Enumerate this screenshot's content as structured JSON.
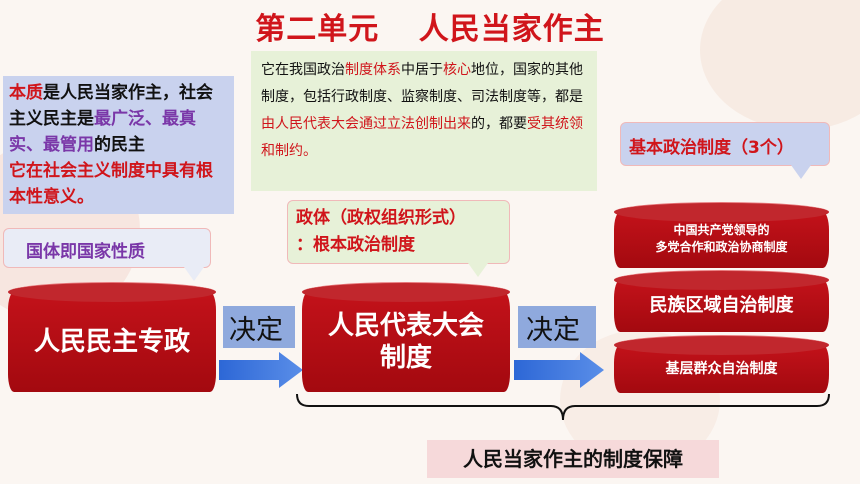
{
  "title": {
    "part1": "第二单元",
    "part2": "人民当家作主"
  },
  "box_essence": {
    "s1": "本质",
    "s2": "是人民当家作主，社会主义民主是",
    "s3": "最广泛、最真实、最管用",
    "s4": "的民主",
    "s5": "它在社会主义制度中具有根本性意义。"
  },
  "box_system": {
    "t1": "它在我国政治",
    "t2": "制度体系",
    "t3": "中居于",
    "t4": "核心",
    "t5": "地位，国家的其他制度，包括行政制度、监察制度、司法制度等，都是",
    "t6": "由人民代表大会通过立法创制出来",
    "t7": "的，都要",
    "t8": "受其统领和制约。"
  },
  "callout_state_nature": "国体即国家性质",
  "callout_regime": {
    "line1": "政体（政权组织形式）",
    "line2": "：根本政治制度"
  },
  "callout_basic": "基本政治制度（3个）",
  "cyl_dictatorship": "人民民主专政",
  "cyl_congress": {
    "line1": "人民代表大会",
    "line2": "制度"
  },
  "arrow1": "决定",
  "arrow2": "决定",
  "basic_systems": [
    {
      "line1": "中国共产党领导的",
      "line2": "多党合作和政治协商制度"
    },
    {
      "line1": "民族区域自治制度"
    },
    {
      "line1": "基层群众自治制度"
    }
  ],
  "bottom_label": "人民当家作主的制度保障",
  "colors": {
    "red": "#d0151b",
    "purple": "#7a37a8",
    "blue_box": "#c9d2ee",
    "green_box": "#e7f1d8",
    "arrow": "#8fa9dd"
  }
}
